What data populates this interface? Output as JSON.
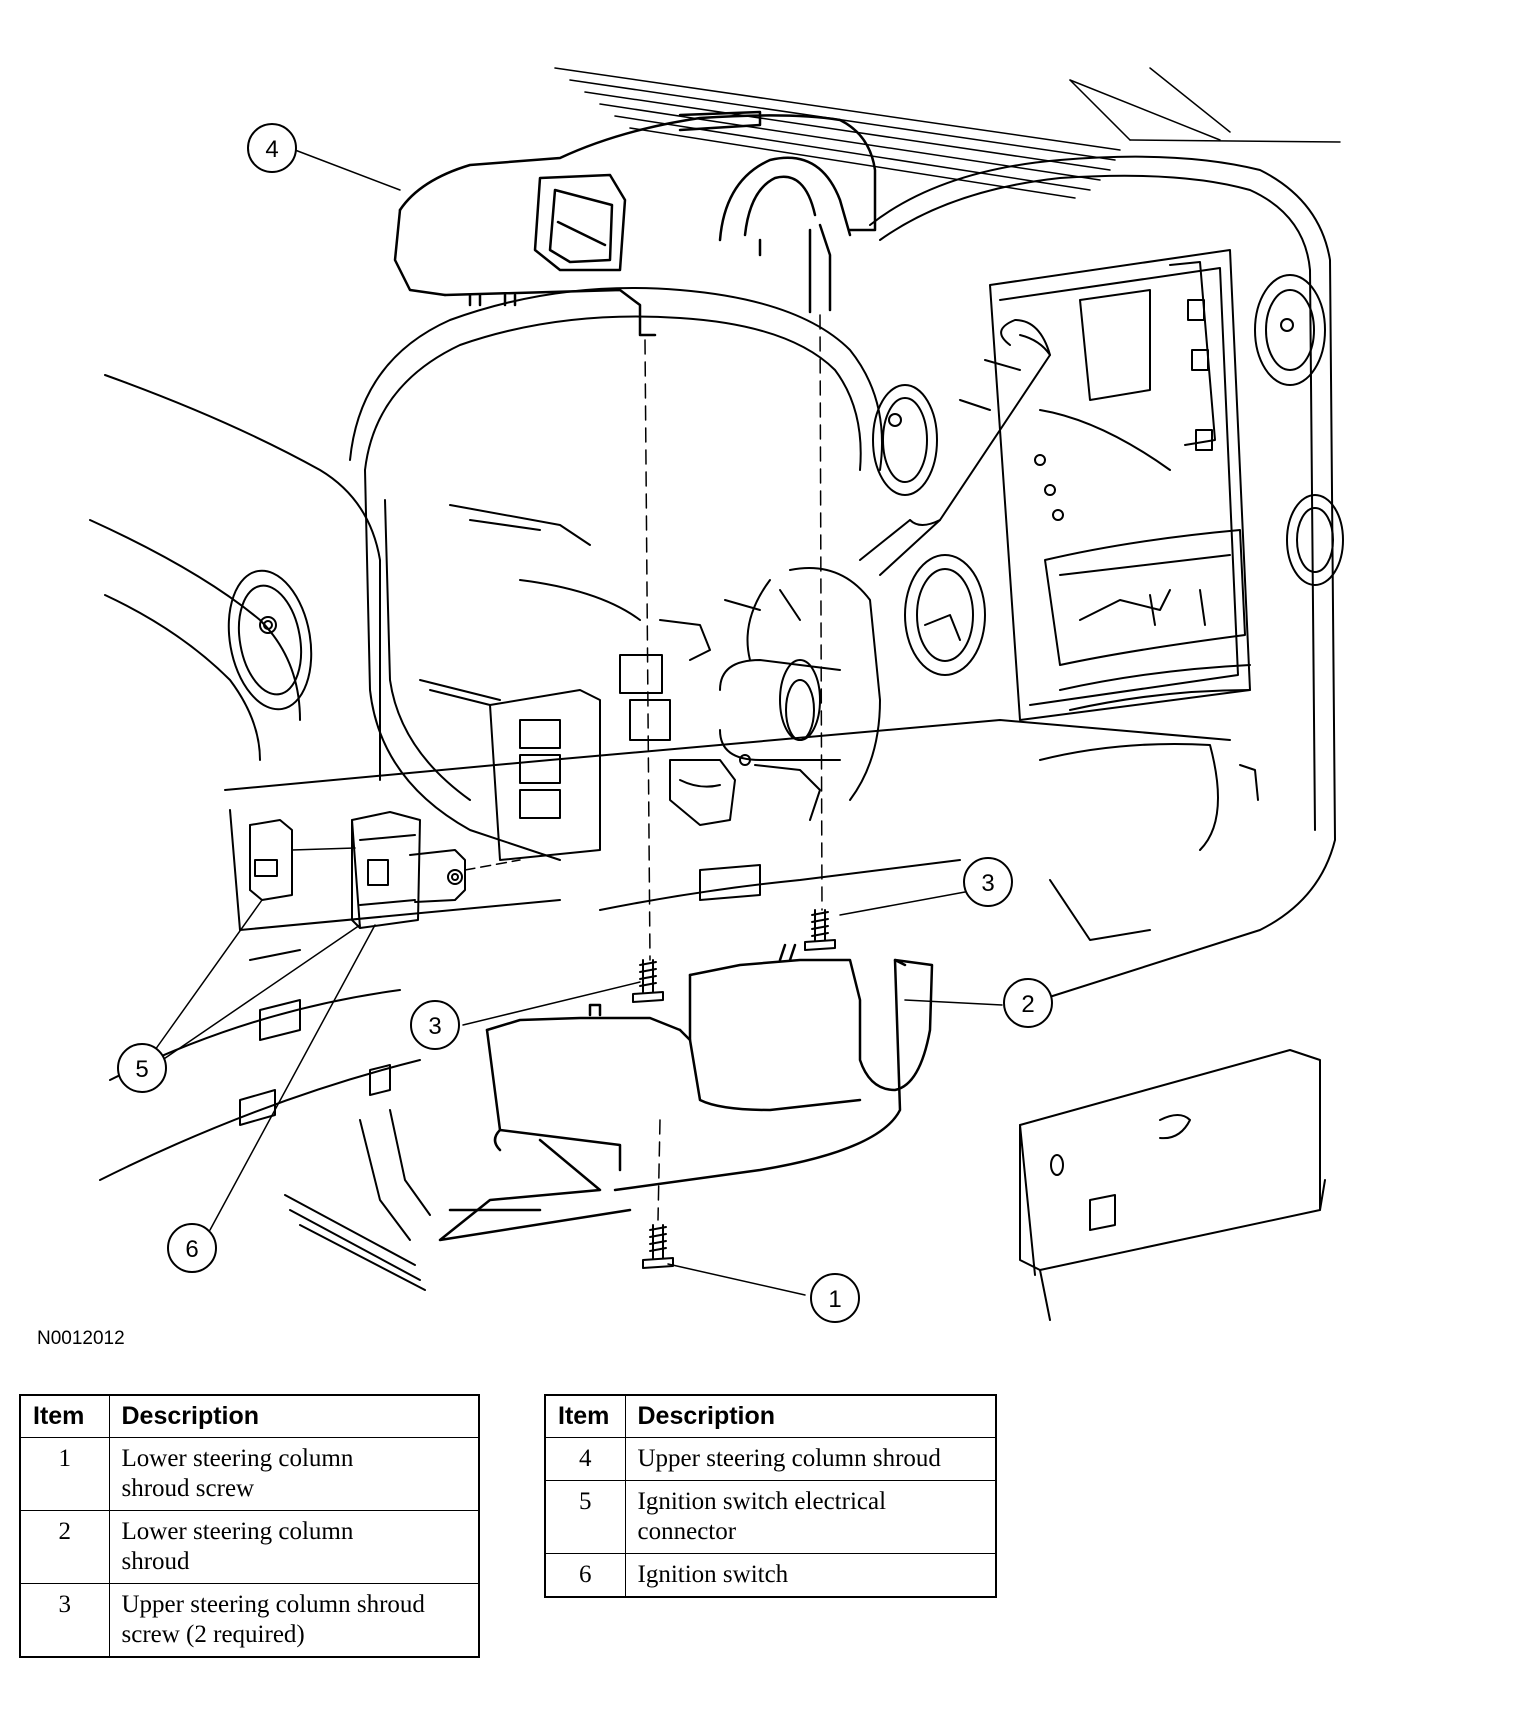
{
  "figure_id": "N0012012",
  "callouts": [
    "1",
    "2",
    "3",
    "3",
    "4",
    "5",
    "6"
  ],
  "legend_left": {
    "headers": [
      "Item",
      "Description"
    ],
    "rows": [
      {
        "item": "1",
        "desc_lines": [
          "Lower steering column",
          "shroud screw"
        ]
      },
      {
        "item": "2",
        "desc_lines": [
          "Lower steering column",
          "shroud"
        ]
      },
      {
        "item": "3",
        "desc_lines": [
          "Upper steering column shroud",
          "screw (2 required)"
        ]
      }
    ]
  },
  "legend_right": {
    "headers": [
      "Item",
      "Description"
    ],
    "rows": [
      {
        "item": "4",
        "desc_lines": [
          "Upper steering column shroud"
        ]
      },
      {
        "item": "5",
        "desc_lines": [
          "Ignition switch electrical",
          "connector"
        ]
      },
      {
        "item": "6",
        "desc_lines": [
          "Ignition switch"
        ]
      }
    ]
  }
}
